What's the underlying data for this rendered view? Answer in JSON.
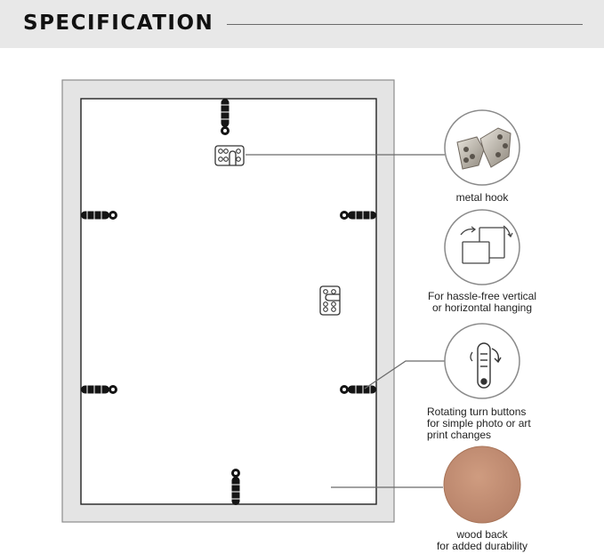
{
  "header": {
    "title": "SPECIFICATION"
  },
  "features": [
    {
      "icon": "metal-hook-icon",
      "lines": [
        "metal hook"
      ]
    },
    {
      "icon": "rotate-orientation-icon",
      "lines": [
        "For hassle-free vertical",
        "or horizontal hanging"
      ]
    },
    {
      "icon": "turn-button-icon",
      "lines": [
        "Rotating turn buttons",
        "for simple photo or art",
        "print changes"
      ]
    },
    {
      "icon": "wood-back-icon",
      "lines": [
        "wood back",
        "for added durability"
      ]
    }
  ],
  "colors": {
    "header_bg": "#e8e8e8",
    "frame": "#e4e4e4",
    "wood": "#c38f73",
    "line": "#6a6a6a"
  }
}
